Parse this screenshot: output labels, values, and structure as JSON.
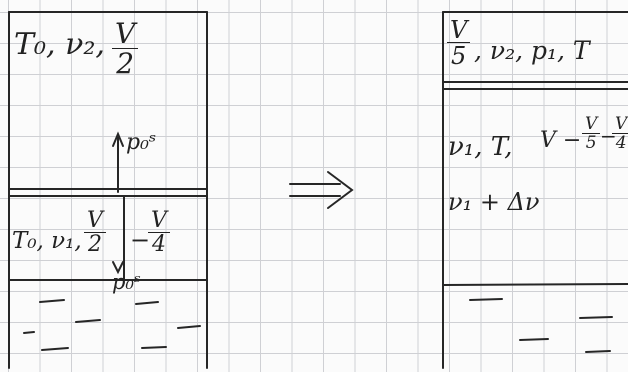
{
  "left_vessel": {
    "upper_gas": {
      "state": "T₀, ν₂,",
      "volume_num": "V",
      "volume_den": "2"
    },
    "pressure_above": "p₀ˢ",
    "lower_gas": {
      "state": "T₀, ν₁,",
      "volume_num": "V",
      "volume_den": "2",
      "minus": "−",
      "volume2_num": "V",
      "volume2_den": "4"
    },
    "pressure_below": "p₀ˢ"
  },
  "arrow": "⟹",
  "right_vessel": {
    "upper_gas": {
      "volume_num": "V",
      "volume_den": "5",
      "state": ", ν₂, p₁, T"
    },
    "lower_gas": {
      "state": "ν₁, T,",
      "volume": "V −",
      "volume_num": "V",
      "volume_den": "5",
      "minus": "−",
      "volume2_num": "V",
      "volume2_den": "4",
      "increment": "ν₁ + Δν"
    }
  }
}
